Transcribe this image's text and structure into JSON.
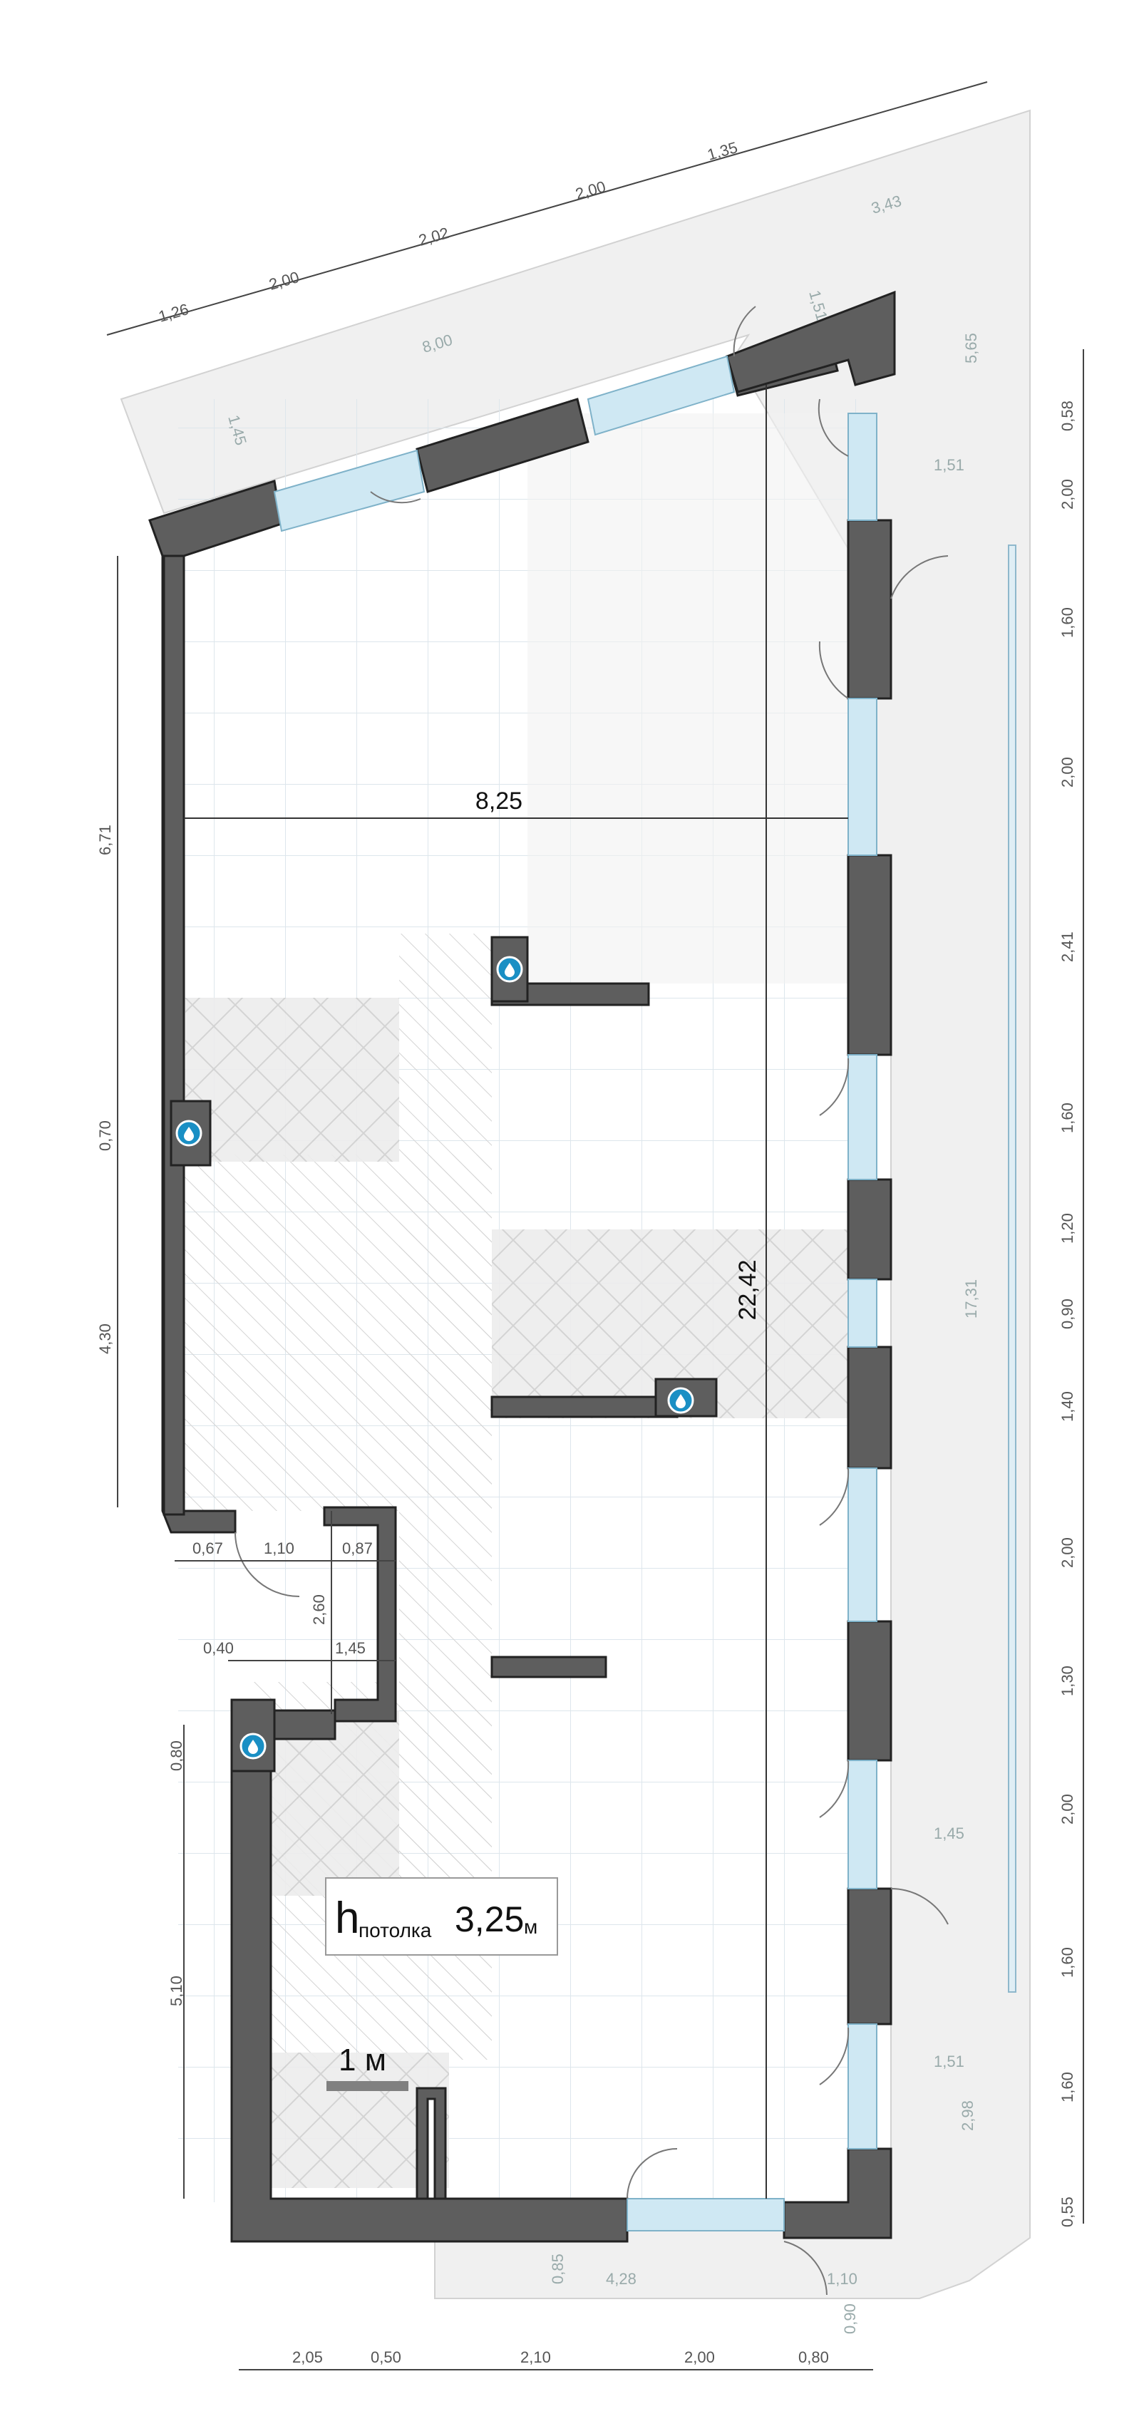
{
  "colors": {
    "wall": "#5e5e5e",
    "wall_stroke": "#222222",
    "glass": "#cfe8f3",
    "terrace": "#ebebeb",
    "grid": "#d9e4ea",
    "dim_line": "#333333",
    "water_icon": "#1a8fc4"
  },
  "ceiling": {
    "h_letter": "h",
    "label": "потолка",
    "value": "3,25",
    "unit": "м"
  },
  "scale": {
    "label": "1 м"
  },
  "main_dims": {
    "width": "8,25",
    "length": "22,42"
  },
  "top_dims": [
    "1,26",
    "2,00",
    "2,02",
    "2,00",
    "1,35"
  ],
  "top_inner": [
    "8,00",
    "3,43",
    "1,51",
    "1,45"
  ],
  "right_dims": [
    "0,58",
    "2,00",
    "1,60",
    "2,00",
    "2,41",
    "1,60",
    "1,20",
    "0,90",
    "1,40",
    "2,00",
    "1,30",
    "2,00",
    "1,60",
    "1,60",
    "0,55"
  ],
  "right_inner": [
    "5,65",
    "1,51",
    "17,31",
    "1,45",
    "1,51",
    "2,98"
  ],
  "left_dims": [
    "6,71",
    "0,70",
    "4,30",
    "0,80",
    "5,10"
  ],
  "mid_dims": [
    "0,67",
    "1,10",
    "0,87",
    "2,60",
    "0,40",
    "1,45"
  ],
  "bottom_dims": [
    "2,05",
    "0,50",
    "2,10",
    "2,00",
    "0,80"
  ],
  "bottom_inner": [
    "0,85",
    "4,28",
    "1,10",
    "0,90"
  ],
  "icons": [
    "water-drop-icon",
    "water-drop-icon",
    "water-drop-icon",
    "water-drop-icon"
  ]
}
